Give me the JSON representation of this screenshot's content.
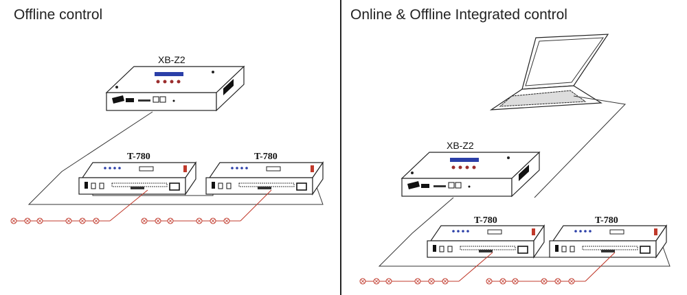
{
  "left_panel": {
    "title": "Offline control",
    "controller_label": "XB-Z2",
    "receivers": [
      {
        "label": "T-780"
      },
      {
        "label": "T-780"
      }
    ]
  },
  "right_panel": {
    "title": "Online & Offline Integrated control",
    "controller_label": "XB-Z2",
    "receivers": [
      {
        "label": "T-780"
      },
      {
        "label": "T-780"
      }
    ]
  },
  "colors": {
    "wire": "#333333",
    "pixel_chain": "#c0392b",
    "screen": "#2b3fa8"
  },
  "icons": [
    "laptop-icon",
    "controller-icon",
    "receiver-icon",
    "pixel-lamp-icon"
  ]
}
